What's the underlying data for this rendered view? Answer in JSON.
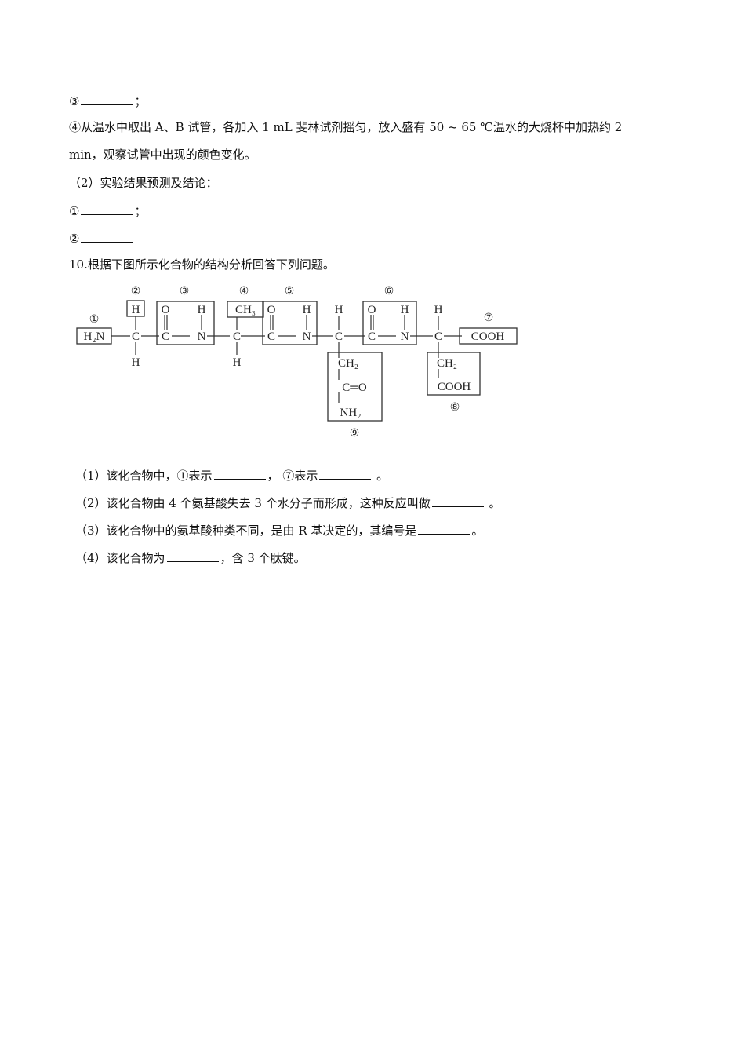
{
  "lines": {
    "l1_prefix": "③",
    "l1_suffix": "；",
    "l2": "④从温水中取出 A、B 试管，各加入 1 mL 斐林试剂摇匀，放入盛有 50 ~ 65 ℃温水的大烧杯中加热约 2",
    "l3": "min，观察试管中出现的颜色变化。",
    "l4": "（2）实验结果预测及结论：",
    "l5_prefix": "①",
    "l5_suffix": "；",
    "l6_prefix": "②",
    "l7": "10.根据下图所示化合物的结构分析回答下列问题。"
  },
  "diagram": {
    "labels": {
      "n1": "①",
      "n2": "②",
      "n3": "③",
      "n4": "④",
      "n5": "⑤",
      "n6": "⑥",
      "n7": "⑦",
      "n8": "⑧",
      "n9": "⑨"
    },
    "atoms": {
      "h2n": "H₂N",
      "c": "C",
      "n": "N",
      "h": "H",
      "o": "O",
      "ch3": "CH₃",
      "ch2": "CH₂",
      "cooh": "COOH",
      "nh2": "NH₂",
      "co_double": "C═O"
    }
  },
  "questions": {
    "q1_a": "（1）该化合物中，①表示",
    "q1_b": "，  ⑦表示",
    "q1_c": " 。",
    "q2_a": "（2）该化合物由 4 个氨基酸失去 3 个水分子而形成，这种反应叫做",
    "q2_b": " 。",
    "q3_a": "（3）该化合物中的氨基酸种类不同，是由 R 基决定的，其编号是",
    "q3_b": "。",
    "q4_a": "（4）该化合物为",
    "q4_b": "，含 3 个肽键。"
  }
}
